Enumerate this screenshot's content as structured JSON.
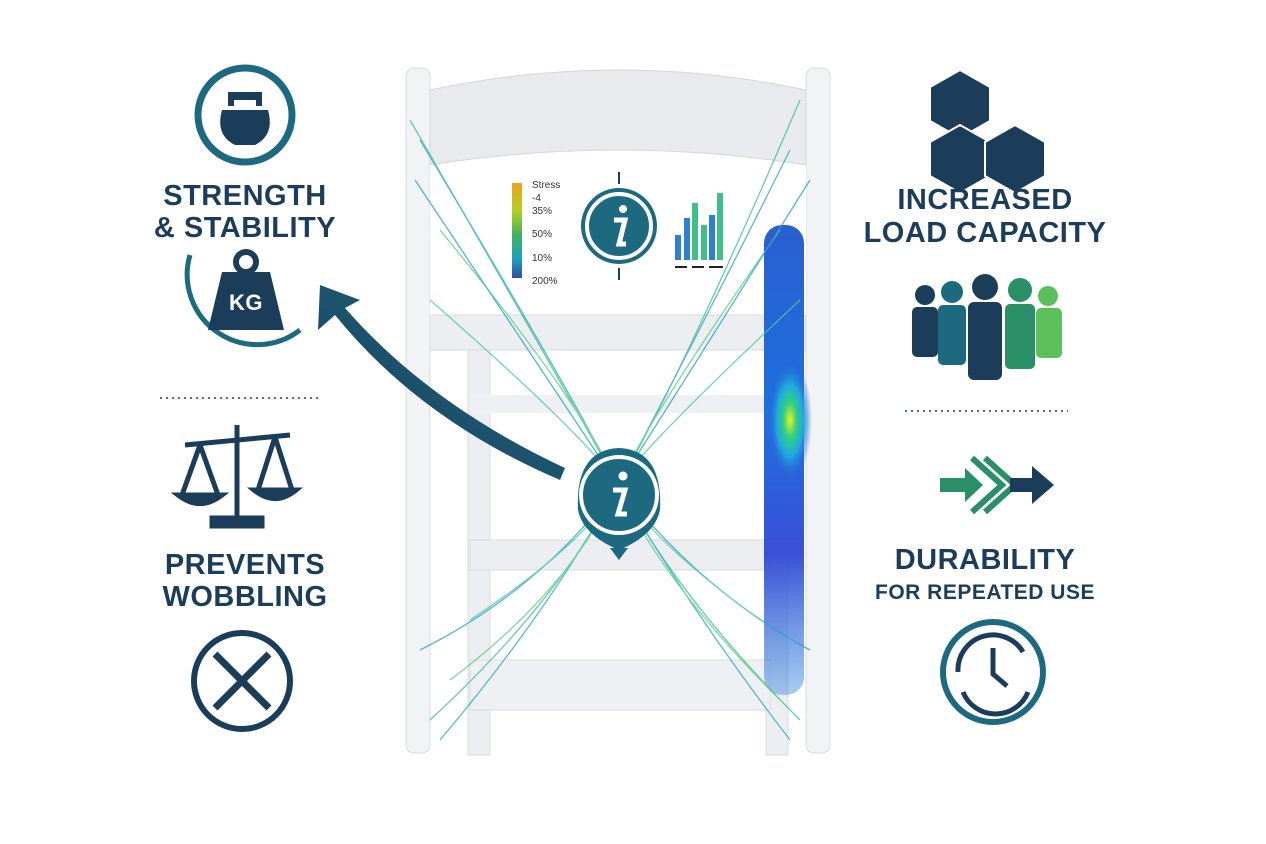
{
  "left": {
    "feature1": {
      "line1": "STRENGTH",
      "line2": "& STABILITY",
      "weight_label": "KG"
    },
    "feature2": {
      "line1": "PREVENTS",
      "line2": "WOBBLING"
    }
  },
  "right": {
    "feature1": {
      "line1": "INCREASED",
      "line2": "LOAD CAPACITY"
    },
    "feature2": {
      "line1": "DURABILITY",
      "line2": "FOR REPEATED USE"
    }
  },
  "stress_legend": {
    "title": "Stress",
    "labels": [
      "-4",
      "35%",
      "50%",
      "10%",
      "200%"
    ]
  },
  "colors": {
    "navy": "#1c3d5a",
    "teal": "#1d6a80",
    "green": "#3fb37a"
  }
}
